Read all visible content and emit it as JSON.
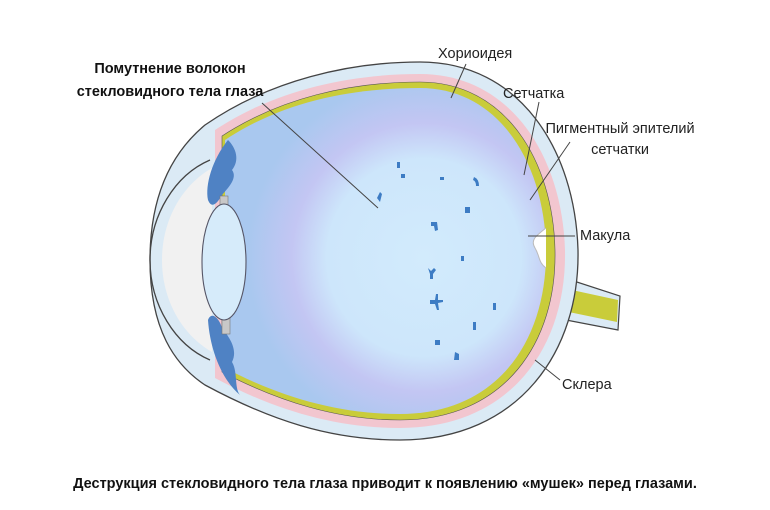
{
  "diagram": {
    "title": "Eye anatomy with vitreous floaters",
    "labels": {
      "floaters": [
        "Помутнение волокон",
        "стекловидного тела глаза"
      ],
      "choroid": "Хориоидея",
      "retina": "Сетчатка",
      "rpe": [
        "Пигментный эпителий",
        "сетчатки"
      ],
      "macula": "Макула",
      "sclera": "Склера"
    },
    "caption": "Деструкция стекловидного тела глаза приводит к появлению «мушек» перед глазами.",
    "colors": {
      "sclera": "#dbeaf5",
      "choroid": "#f2c6cf",
      "retina": "#c9cc3a",
      "vitreous": "#aacbf0",
      "vitreous_center": "#cfe8fb",
      "iris": "#4f82c4",
      "lens": "#d6ebfa",
      "cornea_chamber": "#f1f1f1",
      "floaters": "#3d7cc4",
      "outline": "#444444"
    }
  }
}
